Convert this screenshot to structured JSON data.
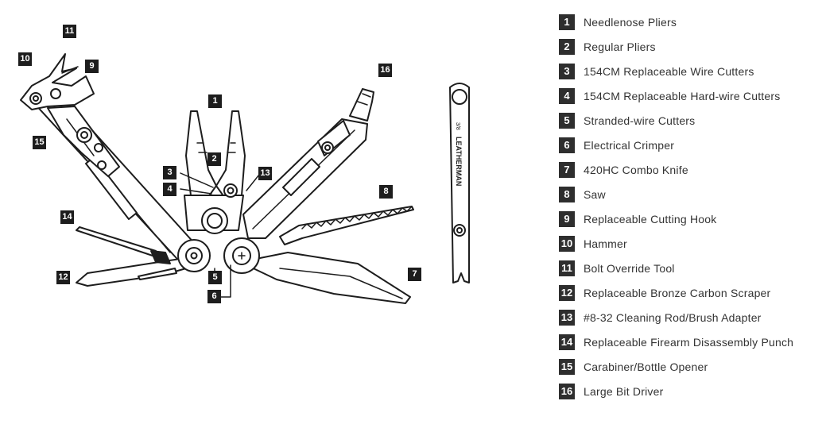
{
  "colors": {
    "ink": "#1d1d1d",
    "legend_badge": "#2e2e2e",
    "legend_text": "#333333"
  },
  "brand": {
    "tool_logo_text": "LEATHERMAN",
    "size_mark": "3/8"
  },
  "callouts": [
    "1",
    "2",
    "3",
    "4",
    "5",
    "6",
    "7",
    "8",
    "9",
    "10",
    "11",
    "12",
    "13",
    "14",
    "15",
    "16"
  ],
  "legend": [
    {
      "num": "1",
      "label": "Needlenose Pliers"
    },
    {
      "num": "2",
      "label": "Regular Pliers"
    },
    {
      "num": "3",
      "label": "154CM Replaceable Wire Cutters"
    },
    {
      "num": "4",
      "label": "154CM Replaceable Hard-wire Cutters"
    },
    {
      "num": "5",
      "label": "Stranded-wire Cutters"
    },
    {
      "num": "6",
      "label": "Electrical Crimper"
    },
    {
      "num": "7",
      "label": "420HC Combo Knife"
    },
    {
      "num": "8",
      "label": "Saw"
    },
    {
      "num": "9",
      "label": "Replaceable Cutting Hook"
    },
    {
      "num": "10",
      "label": "Hammer"
    },
    {
      "num": "11",
      "label": "Bolt Override Tool"
    },
    {
      "num": "12",
      "label": "Replaceable Bronze Carbon Scraper"
    },
    {
      "num": "13",
      "label": "#8-32 Cleaning Rod/Brush Adapter"
    },
    {
      "num": "14",
      "label": "Replaceable Firearm Disassembly Punch"
    },
    {
      "num": "15",
      "label": "Carabiner/Bottle Opener"
    },
    {
      "num": "16",
      "label": "Large Bit Driver"
    }
  ]
}
